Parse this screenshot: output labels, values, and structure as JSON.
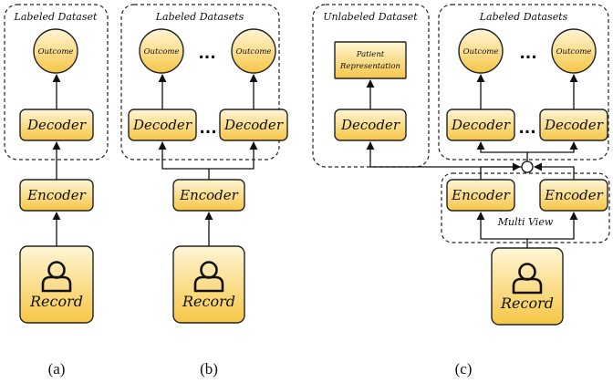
{
  "figure": {
    "panel_a": {
      "group_title": "Labeled Dataset",
      "outcome": "Outcome",
      "decoder": "Decoder",
      "encoder": "Encoder",
      "record": "Record",
      "caption": "(a)"
    },
    "panel_b": {
      "group_title": "Labeled Datasets",
      "outcome_1": "Outcome",
      "outcome_2": "Outcome",
      "decoder_1": "Decoder",
      "decoder_2": "Decoder",
      "ellipsis_top": "...",
      "ellipsis_mid": "...",
      "encoder": "Encoder",
      "record": "Record",
      "caption": "(b)"
    },
    "panel_c": {
      "unlabeled_title": "Unlabeled Dataset",
      "patient_rep_line1": "Patient",
      "patient_rep_line2": "Representation",
      "unlabeled_decoder": "Decoder",
      "labeled_title": "Labeled Datasets",
      "outcome_1": "Outcome",
      "outcome_2": "Outcome",
      "decoder_1": "Decoder",
      "decoder_2": "Decoder",
      "ellipsis_top": "...",
      "ellipsis_mid": "...",
      "encoder_1": "Encoder",
      "encoder_2": "Encoder",
      "multiview_label": "Multi View",
      "record": "Record",
      "caption": "(c)"
    },
    "colors": {
      "node_fill_top": "#fff6d6",
      "node_fill_bottom": "#f6c646",
      "outline": "#222222"
    },
    "icons": [
      "person-icon"
    ]
  }
}
